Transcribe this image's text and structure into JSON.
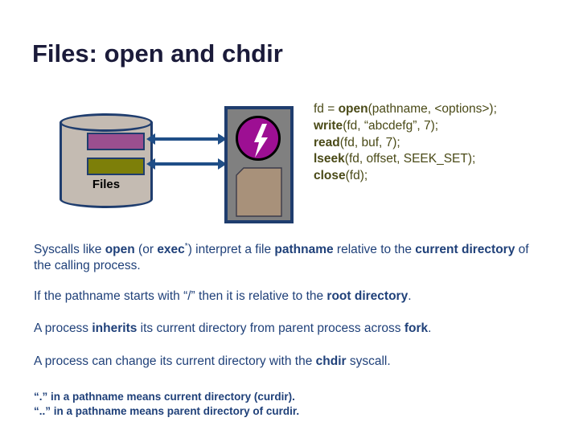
{
  "slide": {
    "title": "Files: open and chdir",
    "background": "#ffffff"
  },
  "colors": {
    "title": "#1b1b3a",
    "body_text": "#1f4079",
    "code_text": "#4a4a17",
    "outline_navy": "#1f3d6e",
    "arrow": "#1f4e87",
    "cylinder_fill": "#c4bbb2",
    "bar_purple": "#9b4f8f",
    "bar_olive": "#7d7f09",
    "process_box_fill": "#808080",
    "process_circle": "#9d0f93",
    "bolt": "#ffffff",
    "document_fill": "#a8917a"
  },
  "diagram": {
    "cylinder": {
      "label": "Files",
      "bars": [
        {
          "name": "purple-bar",
          "color": "#9b4f8f"
        },
        {
          "name": "olive-bar",
          "color": "#7d7f09"
        }
      ]
    },
    "arrows": [
      {
        "name": "arrow-top",
        "direction": "double"
      },
      {
        "name": "arrow-bottom",
        "direction": "double"
      }
    ],
    "process": {
      "icon": "lightning-bolt-icon",
      "document": "document-icon"
    }
  },
  "code": {
    "lines": [
      {
        "prefix": "fd = ",
        "call": "open",
        "args": "(pathname, <options>);"
      },
      {
        "prefix": "",
        "call": "write",
        "args": "(fd, “abcdefg”, 7);"
      },
      {
        "prefix": "",
        "call": "read",
        "args": "(fd, buf, 7);"
      },
      {
        "prefix": "",
        "call": "lseek",
        "args": "(fd, offset, SEEK_SET);"
      },
      {
        "prefix": "",
        "call": "close",
        "args": "(fd);"
      }
    ]
  },
  "body": {
    "para1": {
      "s1": "Syscalls like ",
      "b1": "open",
      "s2": " (or ",
      "b2": "exec",
      "sup": "*",
      "s3": ") interpret a file ",
      "b3": "pathname",
      "s4": " relative to the ",
      "b4": "current directory",
      "s5": " of the calling process."
    },
    "para2": {
      "s1": "If the pathname starts with “/” then it is relative to the ",
      "b1": "root directory",
      "s2": "."
    },
    "para3": {
      "s1": "A process ",
      "b1": "inherits",
      "s2": " its current directory from parent process across ",
      "b2": "fork",
      "s3": "."
    },
    "para4": {
      "s1": "A process can change its current directory with the ",
      "b1": "chdir",
      "s2": " syscall."
    },
    "foot1": "“.” in a pathname means current directory (curdir).",
    "foot2": "“..” in a pathname means parent directory of curdir."
  }
}
